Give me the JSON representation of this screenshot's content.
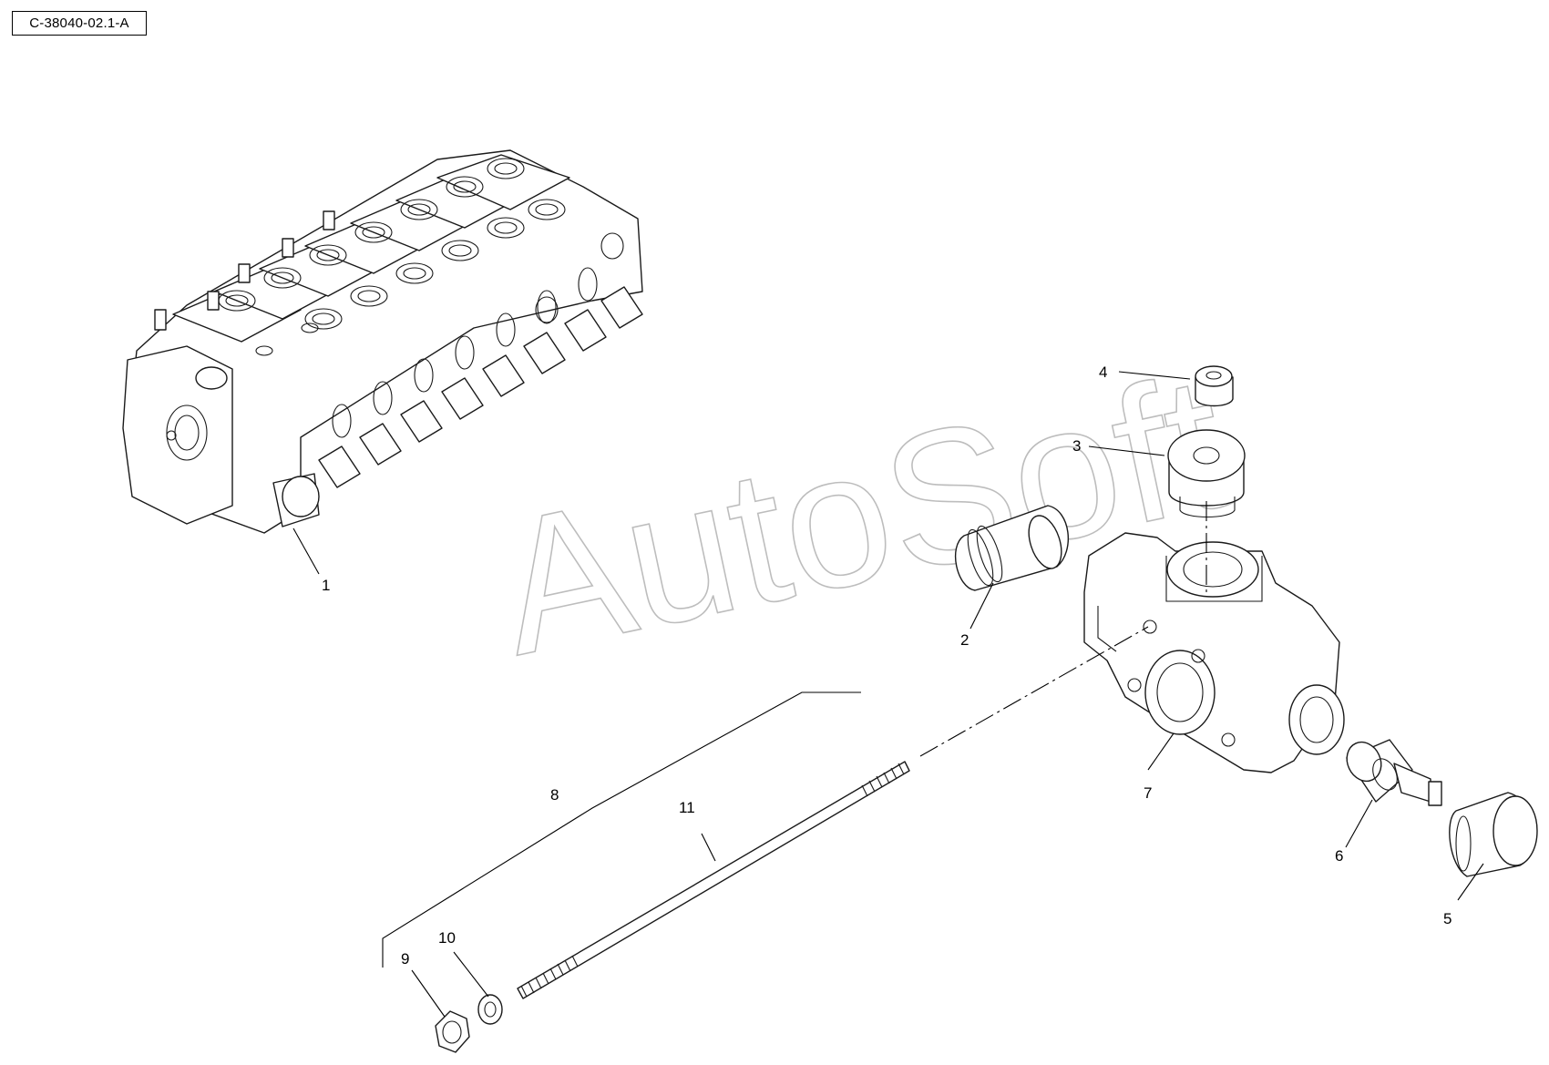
{
  "reference_code": "C-38040-02.1-A",
  "watermark": "AutoSoft",
  "callouts": [
    "1",
    "2",
    "3",
    "4",
    "5",
    "6",
    "7",
    "8",
    "9",
    "10",
    "11"
  ],
  "colors": {
    "line": "#1a1a1a",
    "watermark": "#bdbdbd",
    "background": "#ffffff"
  }
}
